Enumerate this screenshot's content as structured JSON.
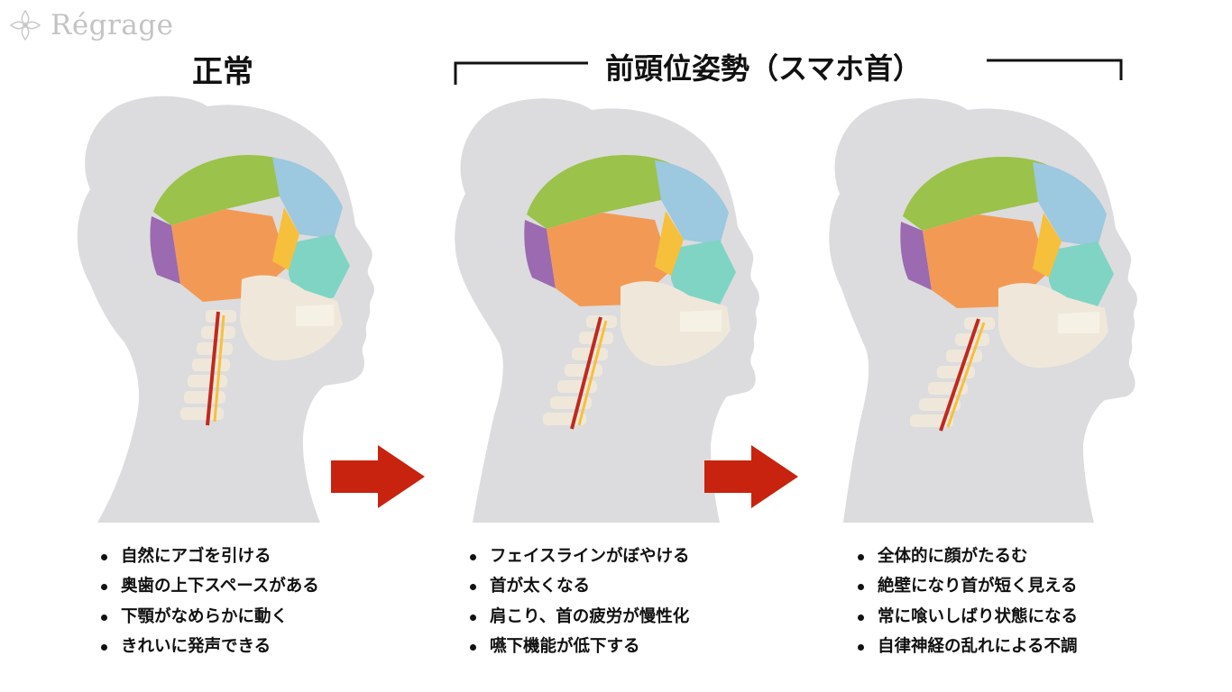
{
  "brand": {
    "name": "Régrage"
  },
  "headings": {
    "normal": "正常",
    "forward_head": "前頭位姿勢（スマホ首）"
  },
  "panels": [
    {
      "id": "normal",
      "bullets": [
        "自然にアゴを引ける",
        "奥歯の上下スペースがある",
        "下顎がなめらかに動く",
        "きれいに発声できる"
      ]
    },
    {
      "id": "forward-1",
      "bullets": [
        "フェイスラインがぼやける",
        "首が太くなる",
        "肩こり、首の疲労が慢性化",
        "嚥下機能が低下する"
      ]
    },
    {
      "id": "forward-2",
      "bullets": [
        "全体的に顔がたるむ",
        "絶壁になり首が短く見える",
        "常に喰いしばり状態になる",
        "自律神経の乱れによる不調"
      ]
    }
  ],
  "colors": {
    "silhouette": "#dcdcde",
    "arrow": "#c8230f",
    "skull_green": "#9bc24a",
    "skull_orange": "#f29a55",
    "skull_blue": "#9cc8e0",
    "skull_purple": "#9c6ab0",
    "skull_yellow": "#f6c03c",
    "skull_teal": "#7fd4c4",
    "bone": "#efe8da"
  },
  "icons": {
    "logo": "flower-icon",
    "arrow": "arrow-right-icon"
  }
}
